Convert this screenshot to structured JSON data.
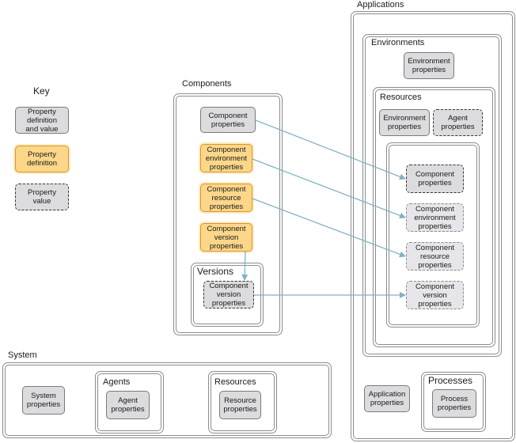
{
  "key": {
    "title": "Key",
    "definition_and_value": "Property\ndefinition\nand value",
    "definition": "Property\ndefinition",
    "value": "Property\nvalue"
  },
  "components": {
    "title": "Components",
    "component_properties": "Component\nproperties",
    "component_environment_properties": "Component\nenvironment\nproperties",
    "component_resource_properties": "Component\nresource\nproperties",
    "component_version_properties": "Component\nversion\nproperties",
    "versions": {
      "title": "Versions",
      "component_version_properties": "Component\nversion\nproperties"
    }
  },
  "applications": {
    "title": "Applications",
    "environments": {
      "title": "Environments",
      "environment_properties": "Environment\nproperties",
      "resources": {
        "title": "Resources",
        "environment_properties": "Environment\nproperties",
        "agent_properties": "Agent\nproperties",
        "component_properties": "Component\nproperties",
        "component_environment_properties": "Component\nenvironment\nproperties",
        "component_resource_properties": "Component\nresource\nproperties",
        "component_version_properties": "Component\nversion\nproperties"
      }
    },
    "application_properties": "Application\nproperties",
    "processes": {
      "title": "Processes",
      "process_properties": "Process\nproperties"
    }
  },
  "system": {
    "title": "System",
    "system_properties": "System\nproperties",
    "agents": {
      "title": "Agents",
      "agent_properties": "Agent\nproperties"
    },
    "resources": {
      "title": "Resources",
      "resource_properties": "Resource\nproperties"
    }
  },
  "colors": {
    "border": "#8c8c8c",
    "grey_fill": "#dcdcdf",
    "orange_fill": "#fcd789",
    "orange_border": "#d9952a",
    "arrow": "#7fb3c2"
  }
}
